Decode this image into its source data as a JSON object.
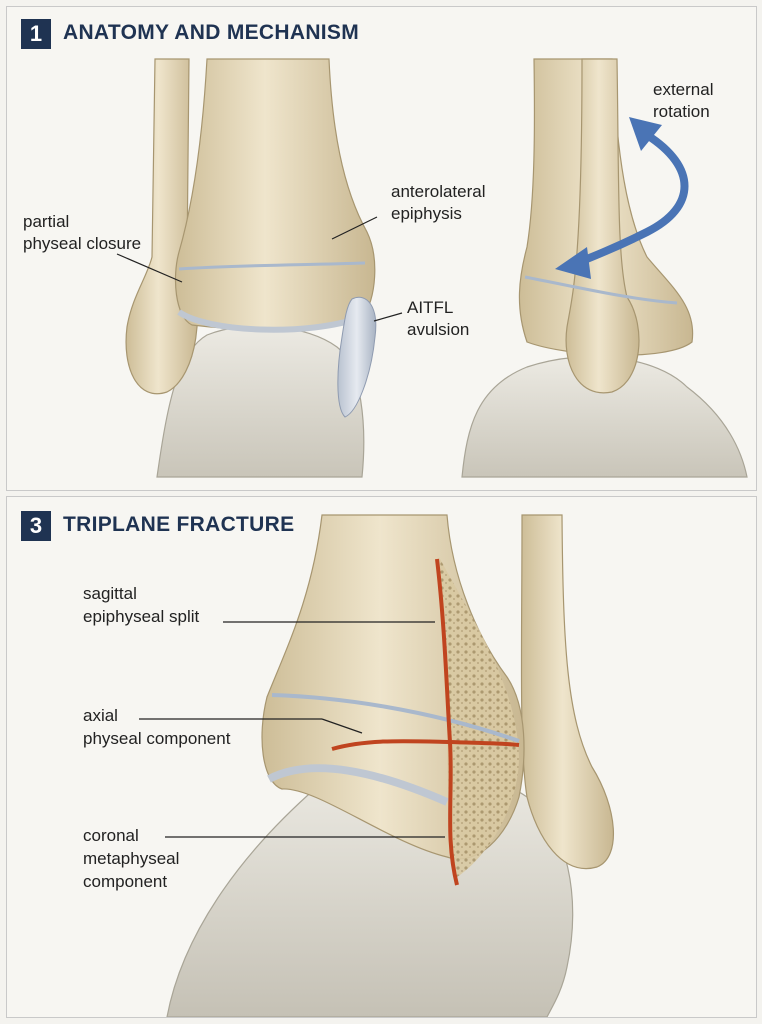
{
  "panel1": {
    "number": "1",
    "title": "ANATOMY AND MECHANISM",
    "labels": {
      "partial_line1": "partial",
      "partial_line2": "physeal closure",
      "antero_line1": "anterolateral",
      "antero_line2": "epiphysis",
      "aitfl_line1": "AITFL",
      "aitfl_line2": "avulsion",
      "ext_line1": "external",
      "ext_line2": "rotation"
    }
  },
  "panel2": {
    "number": "3",
    "title": "TRIPLANE FRACTURE",
    "labels": {
      "sagittal_line1": "sagittal",
      "sagittal_line2": "epiphyseal split",
      "axial_line1": "axial",
      "axial_line2": "physeal component",
      "coronal_line1": "coronal",
      "coronal_line2": "metaphyseal",
      "coronal_line3": "component"
    }
  },
  "colors": {
    "bone": "#e7dcc0",
    "bone_shadow": "#c9b894",
    "talus": "#e4e1d8",
    "physis": "#a9b8cc",
    "fracture": "#c0441f",
    "arrow": "#4a74b5",
    "badge": "#1f3352"
  }
}
